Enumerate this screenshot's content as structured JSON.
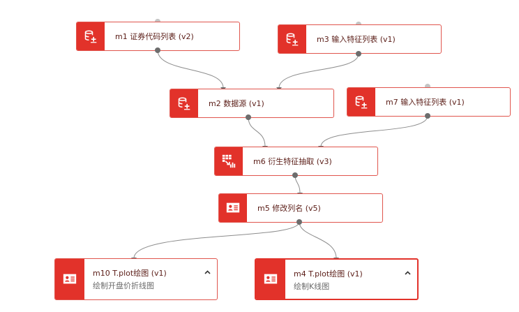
{
  "nodes": {
    "m1": {
      "title": "m1 证券代码列表 (v2)",
      "icon": "database-add-icon"
    },
    "m3": {
      "title": "m3 输入特征列表 (v1)",
      "icon": "database-add-icon"
    },
    "m2": {
      "title": "m2 数据源 (v1)",
      "icon": "database-add-icon"
    },
    "m7": {
      "title": "m7 输入特征列表 (v1)",
      "icon": "database-add-icon"
    },
    "m6": {
      "title": "m6 衍生特征抽取 (v3)",
      "icon": "table-chart-icon"
    },
    "m5": {
      "title": "m5 修改列名 (v5)",
      "icon": "contact-card-icon"
    },
    "m10": {
      "title": "m10 T.plot绘图 (v1)",
      "subtitle": "绘制开盘价折线图",
      "icon": "contact-card-icon"
    },
    "m4": {
      "title": "m4 T.plot绘图 (v1)",
      "subtitle": "绘制K线图",
      "icon": "contact-card-icon"
    }
  },
  "colors": {
    "accent": "#e2322a",
    "border": "#e0554d",
    "edge": "#8c8c8c",
    "port_in": "#c4c4c4",
    "port_out": "#6d6d6d"
  }
}
